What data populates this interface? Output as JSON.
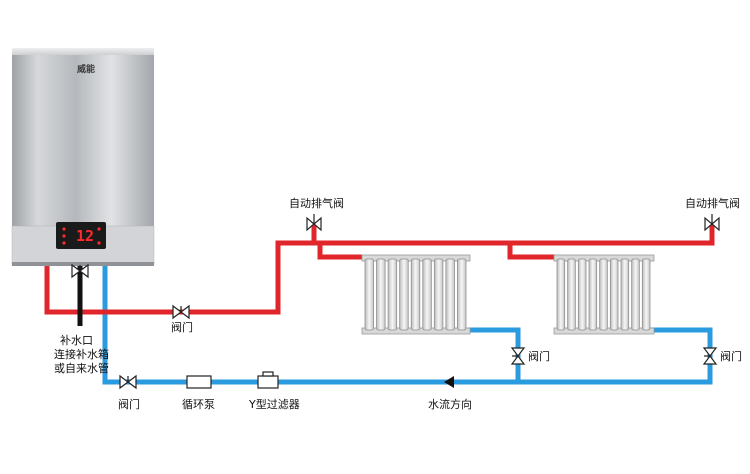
{
  "brand": "威能",
  "display_value": "12",
  "labels": {
    "auto_vent_valve_left": "自动排气阀",
    "auto_vent_valve_right": "自动排气阀",
    "valve_supply": "阀门",
    "makeup_inlet_line1": "补水口",
    "makeup_inlet_line2": "连接补水箱",
    "makeup_inlet_line3": "或自来水管",
    "valve_return": "阀门",
    "pump": "循环泵",
    "y_filter": "Y型过滤器",
    "flow_direction": "水流方向",
    "valve_radiator_left": "阀门",
    "valve_radiator_right": "阀门"
  },
  "colors": {
    "supply_pipe": "#e0262b",
    "return_pipe": "#2b9be0",
    "makeup_pipe": "#111111",
    "boiler_body": "#c4c6c9",
    "radiator": "#e8e8e8",
    "display_panel": "#1a1a1a",
    "display_digits": "#ff2a2a"
  },
  "icons": {
    "valve": "bowtie-valve-icon",
    "pump": "pump-box-icon",
    "filter": "y-filter-icon",
    "arrow": "flow-arrow-icon"
  }
}
